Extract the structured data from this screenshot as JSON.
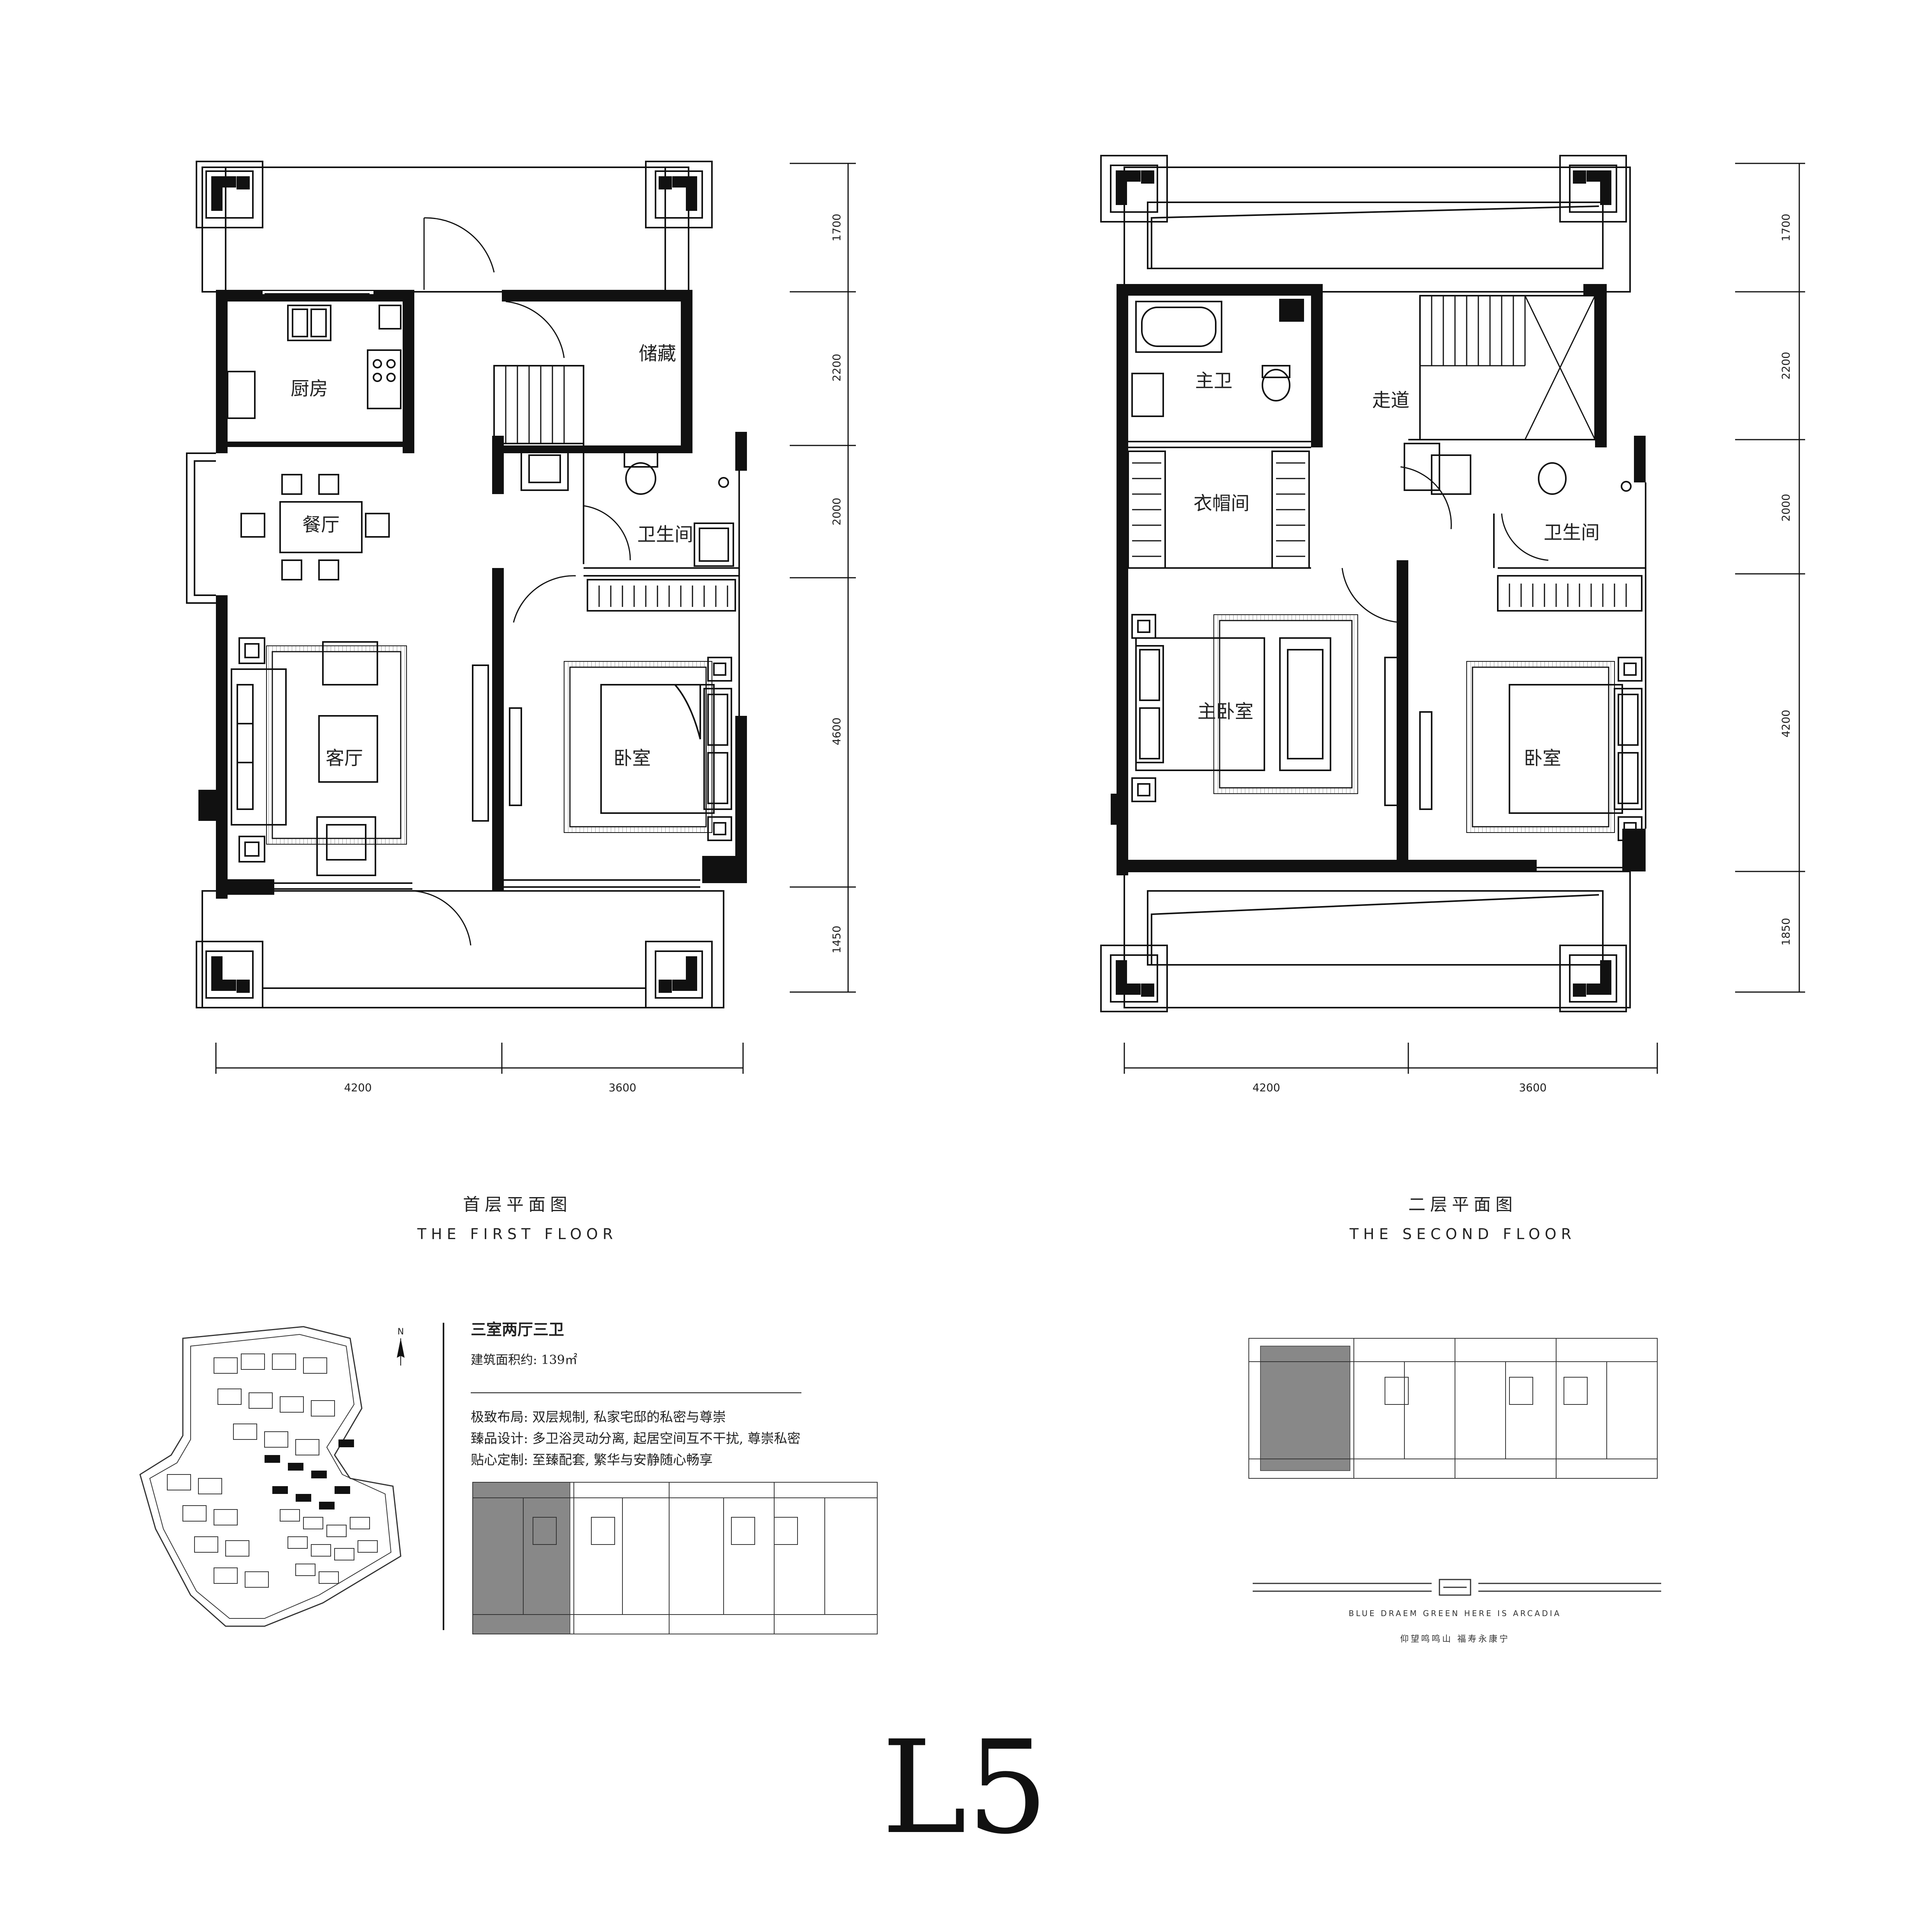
{
  "first_floor": {
    "title_cn": "首层平面图",
    "title_en": "THE FIRST FLOOR",
    "rooms": {
      "kitchen": "厨房",
      "dining": "餐厅",
      "storage": "储藏",
      "bathroom": "卫生间",
      "living": "客厅",
      "bedroom": "卧室"
    },
    "dims_v": [
      "1700",
      "2200",
      "2000",
      "4600",
      "1450"
    ],
    "dims_h": [
      "4200",
      "3600"
    ]
  },
  "second_floor": {
    "title_cn": "二层平面图",
    "title_en": "THE  SECOND FLOOR",
    "rooms": {
      "master_bath": "主卫",
      "corridor": "走道",
      "cloakroom": "衣帽间",
      "bathroom": "卫生间",
      "master_bedroom": "主卧室",
      "bedroom": "卧室"
    },
    "dims_v": [
      "1700",
      "2200",
      "2000",
      "4200",
      "1850"
    ],
    "dims_h": [
      "4200",
      "3600"
    ]
  },
  "info": {
    "layout_type": "三室两厅三卫",
    "area": "建筑面积约: 139㎡",
    "features": [
      "极致布局: 双层规制, 私家宅邸的私密与尊崇",
      "臻品设计: 多卫浴灵动分离, 起居空间互不干扰, 尊崇私密",
      "贴心定制: 至臻配套, 繁华与安静随心畅享"
    ],
    "north_label": "N"
  },
  "branding": {
    "tagline_en": "BLUE DRAEM GREEN HERE IS ARCADIA",
    "tagline_cn": "仰望鸣鸣山    福寿永康宁"
  },
  "unit_code": "L5"
}
